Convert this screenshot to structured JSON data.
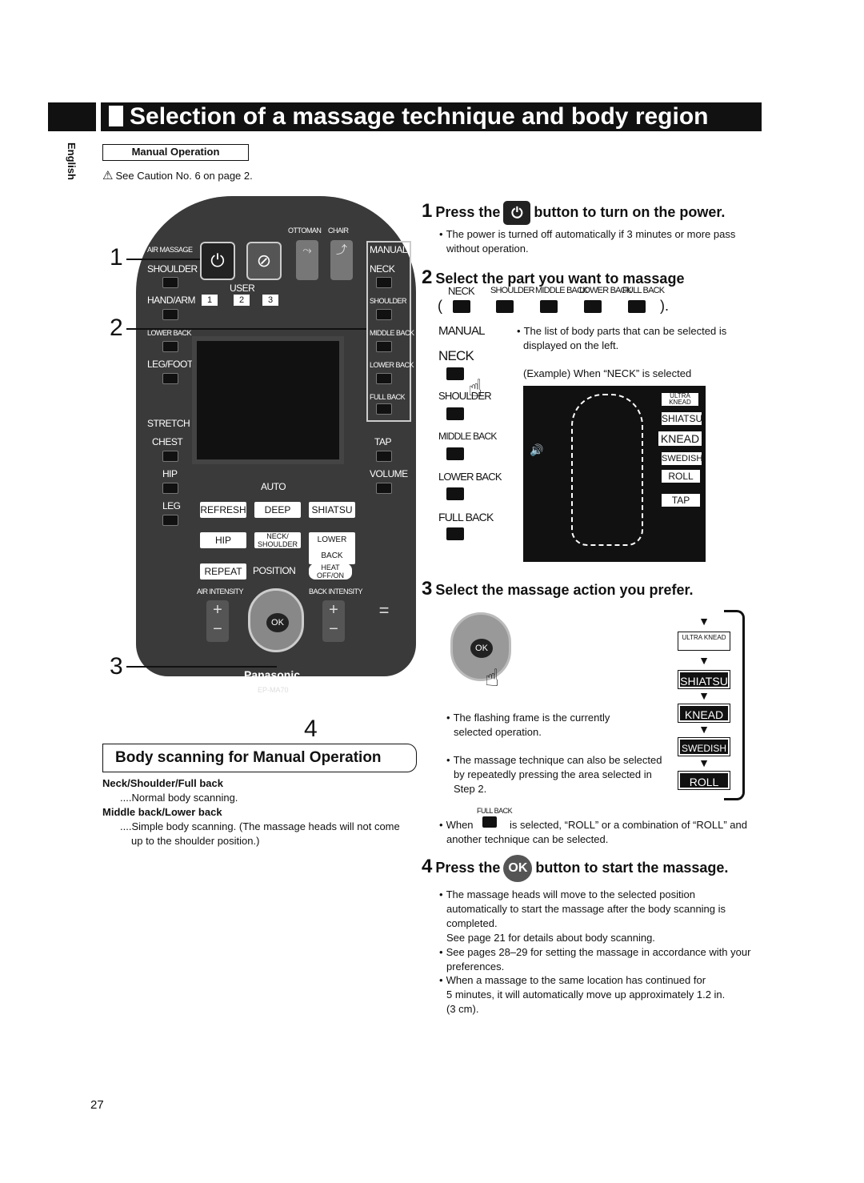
{
  "header": {
    "title": "Selection of a massage technique and body region",
    "side_tab": "English",
    "section_label": "Manual Operation",
    "caution": "See Caution No. 6 on page 2."
  },
  "remote": {
    "labels": {
      "air_massage": "AIR MASSAGE",
      "shoulder": "SHOULDER",
      "hand_arm": "HAND/ARM",
      "lower_back": "LOWER BACK",
      "leg_foot": "LEG/FOOT",
      "stretch": "STRETCH",
      "chest": "CHEST",
      "hip": "HIP",
      "leg": "LEG",
      "ottoman": "OTTOMAN",
      "chair": "CHAIR",
      "user": "USER",
      "user1": "1",
      "user2": "2",
      "user3": "3",
      "manual": "MANUAL",
      "neck": "NECK",
      "r_shoulder": "SHOULDER",
      "middle_back": "MIDDLE BACK",
      "r_lower_back": "LOWER BACK",
      "full_back": "FULL BACK",
      "tap": "TAP",
      "volume": "VOLUME",
      "auto": "AUTO",
      "refresh": "REFRESH",
      "deep": "DEEP",
      "shiatsu": "SHIATSU",
      "hip_btn": "HIP",
      "neck_shoulder_1": "NECK/",
      "neck_shoulder_2": "SHOULDER",
      "lower_back_btn": "LOWER BACK",
      "repeat": "REPEAT",
      "position": "POSITION",
      "heat_1": "HEAT",
      "heat_2": "OFF/ON",
      "air_intensity": "AIR INTENSITY",
      "back_intensity": "BACK INTENSITY",
      "ok": "OK",
      "brand": "Panasonic",
      "model": "EP-MA70"
    },
    "callouts": [
      "1",
      "2",
      "3",
      "4"
    ]
  },
  "body_scanning": {
    "title": "Body scanning for Manual Operation",
    "item1_head": "Neck/Shoulder/Full back",
    "item1_text": "....Normal body scanning.",
    "item2_head": "Middle back/Lower back",
    "item2_text_1": "....Simple body scanning. (The massage heads will not come",
    "item2_text_2": "up to the shoulder position.)"
  },
  "steps": {
    "s1": {
      "num": "1",
      "pre": "Press the",
      "post": "button to turn on the power.",
      "bullet_1": "The power is turned off automatically if 3 minutes or more pass",
      "bullet_2": "without operation."
    },
    "s2": {
      "num": "2",
      "title": "Select the part you want to massage",
      "parts": [
        "NECK",
        "SHOULDER",
        "MIDDLE BACK",
        "LOWER BACK",
        "FULL BACK"
      ],
      "paren_open": "(",
      "paren_close": ").",
      "manual_list": [
        "MANUAL",
        "NECK",
        "SHOULDER",
        "MIDDLE BACK",
        "LOWER BACK",
        "FULL BACK"
      ],
      "bullet_1": "The list of body parts that can be selected is",
      "bullet_2": "displayed on the left.",
      "example": "(Example) When “NECK” is selected",
      "display": [
        "ULTRA KNEAD",
        "SHIATSU",
        "KNEAD",
        "SWEDISH",
        "ROLL",
        "TAP"
      ]
    },
    "s3": {
      "num": "3",
      "title": "Select the massage action you prefer.",
      "actions": [
        "ULTRA KNEAD",
        "SHIATSU",
        "KNEAD",
        "SWEDISH",
        "ROLL"
      ],
      "bullet_a1": "The flashing frame is the currently",
      "bullet_a2": "selected operation.",
      "bullet_b1": "The massage technique can also be selected",
      "bullet_b2": "by repeatedly pressing the area selected in",
      "bullet_b3": "Step 2.",
      "full_back_label": "FULL BACK",
      "bullet_c_pre": "When",
      "bullet_c_post": "is selected, “ROLL” or a combination of “ROLL” and",
      "bullet_c2": "another technique can be selected."
    },
    "s4": {
      "num": "4",
      "pre": "Press the",
      "icon": "OK",
      "post": "button to start the massage.",
      "bullet_1a": "The massage heads will move to the selected position",
      "bullet_1b": "automatically to start the massage after the body scanning is",
      "bullet_1c": "completed.",
      "bullet_1d": "See page 21 for details about body scanning.",
      "bullet_2a": "See pages 28–29 for setting the massage in accordance with your",
      "bullet_2b": "preferences.",
      "bullet_3a": "When a massage to the same location has continued for",
      "bullet_3b": "5 minutes, it will automatically move up approximately 1.2 in.",
      "bullet_3c": "(3 cm)."
    }
  },
  "footer": {
    "page": "27"
  }
}
